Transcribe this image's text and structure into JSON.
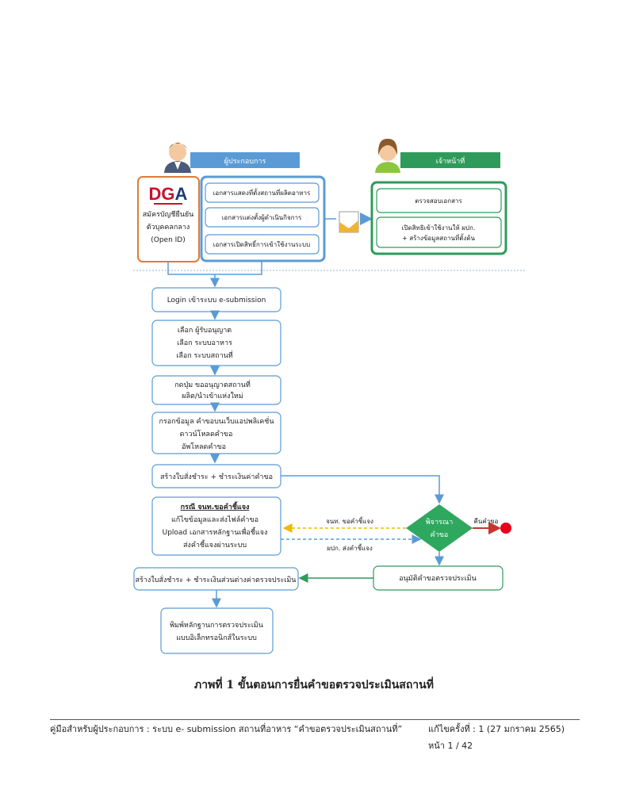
{
  "colors": {
    "blue_header": "#5b9bd5",
    "green_header": "#2e9b5a",
    "orange": "#e07b39",
    "decision": "#2ea85f",
    "connector_blue": "#5b9bd5",
    "yellow_dashed": "#f2b800",
    "end_red": "#e8001c"
  },
  "lanes": {
    "operator_header": "ผู้ประกอบการ",
    "officer_header": "เจ้าหน้าที่"
  },
  "dga": {
    "logo": "DGA",
    "line1": "สมัครบัญชียืนยัน",
    "line2": "ตัวบุคคลกลาง",
    "line3": "(Open ID)"
  },
  "documents": [
    "เอกสารแสดงที่ตั้งสถานที่ผลิตอาหาร",
    "เอกสารแต่งตั้งผู้ดำเนินกิจการ",
    "เอกสารเปิดสิทธิ์การเข้าใช้งานระบบ"
  ],
  "officer": {
    "check": "ตรวจสอบเอกสาร",
    "grant_line1": "เปิดสิทธิเข้าใช้งานให้ ผปก.",
    "grant_line2": "+ สร้างข้อมูลสถานที่ตั้งต้น"
  },
  "steps": {
    "login": "Login เข้าระบบ e-submission",
    "select": [
      "เลือก ผู้รับอนุญาต",
      "เลือก ระบบอาหาร",
      "เลือก ระบบสถานที่"
    ],
    "button": [
      "กดปุ่ม ขออนุญาตสถานที่",
      "ผลิต/นำเข้าแห่งใหม่"
    ],
    "fill": [
      "กรอกข้อมูล คำขอบนเว็บแอปพลิเคชั่น",
      "ดาวน์โหลดคำขอ",
      "อัพโหลดคำขอ"
    ],
    "pay": "สร้างใบสั่งชำระ + ชำระเงินค่าคำขอ",
    "clarify_title": "กรณี จนท.ขอคำชี้แจง",
    "clarify": [
      "แก้ไขข้อมูลและส่งไฟล์คำขอ",
      "Upload เอกสารหลักฐานเพื่อชี้แจง",
      "ส่งคำชี้แจงผ่านระบบ"
    ],
    "pay_diff": "สร้างใบสั่งชำระ + ชำระเงินส่วนต่างค่าตรวจประเมิน",
    "print": [
      "พิมพ์หลักฐานการตรวจประเมิน",
      "แบบอิเล็กทรอนิกส์ในระบบ"
    ],
    "approve": "อนุมัติคำขอตรวจประเมิน"
  },
  "decision": {
    "line1": "พิจารณา",
    "line2": "คำขอ",
    "reject": "คืนคำขอ",
    "officer_request": "จนท. ขอคำชี้แจง",
    "operator_reply": "ผปก. ส่งคำชี้แจง"
  },
  "caption": "ภาพที่ 1 ขั้นตอนการยื่นคำขอตรวจประเมินสถานที่",
  "footer": {
    "left": "คู่มือสำหรับผู้ประกอบการ : ระบบ e- submission สถานที่อาหาร “คำขอตรวจประเมินสถานที่”",
    "revision": "แก้ไขครั้งที่ : 1 (27 มกราคม 2565)",
    "page": "หน้า  1 / 42"
  }
}
